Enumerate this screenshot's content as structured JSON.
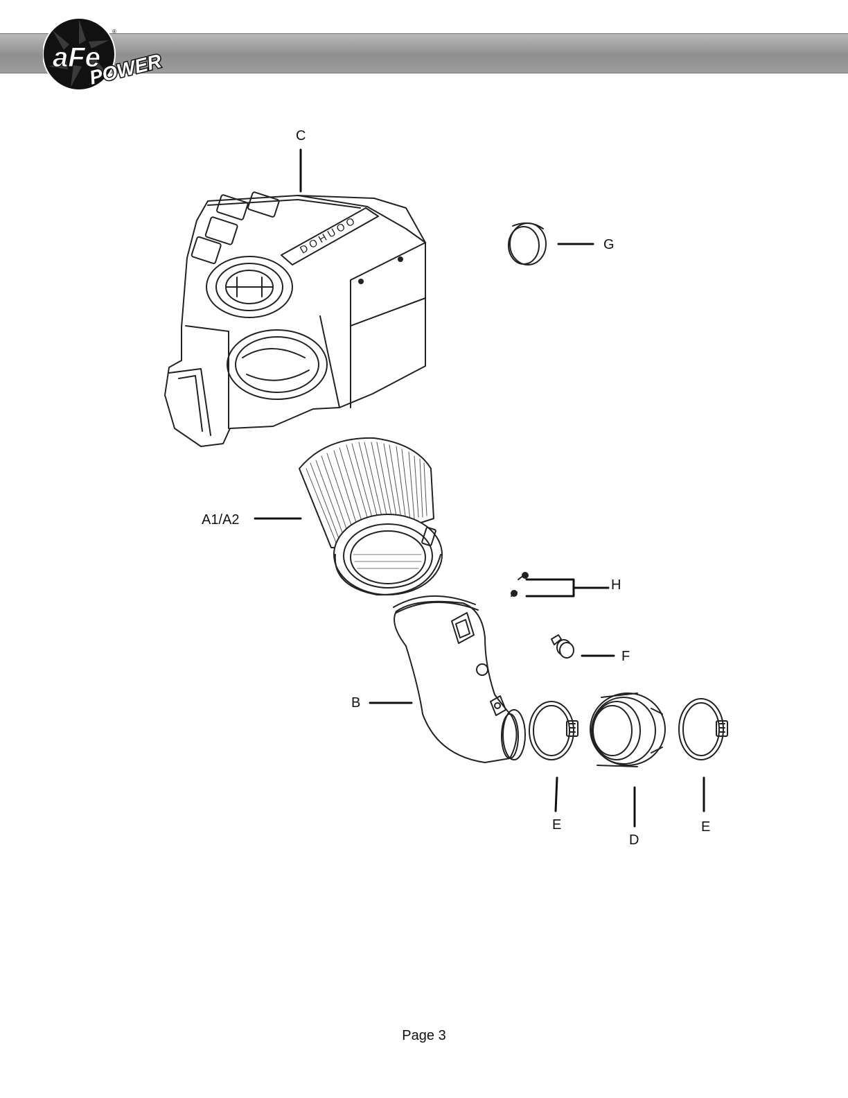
{
  "brand": {
    "logo_text": "aFe",
    "logo_subtext": "POWER",
    "registered_mark": "®",
    "header_bar_color": "#9e9e9e"
  },
  "parts": {
    "c": "C",
    "g": "G",
    "a": "A1/A2",
    "h": "H",
    "f": "F",
    "b": "B",
    "e_left": "E",
    "d": "D",
    "e_right": "E"
  },
  "footer": {
    "page": "Page 3"
  }
}
